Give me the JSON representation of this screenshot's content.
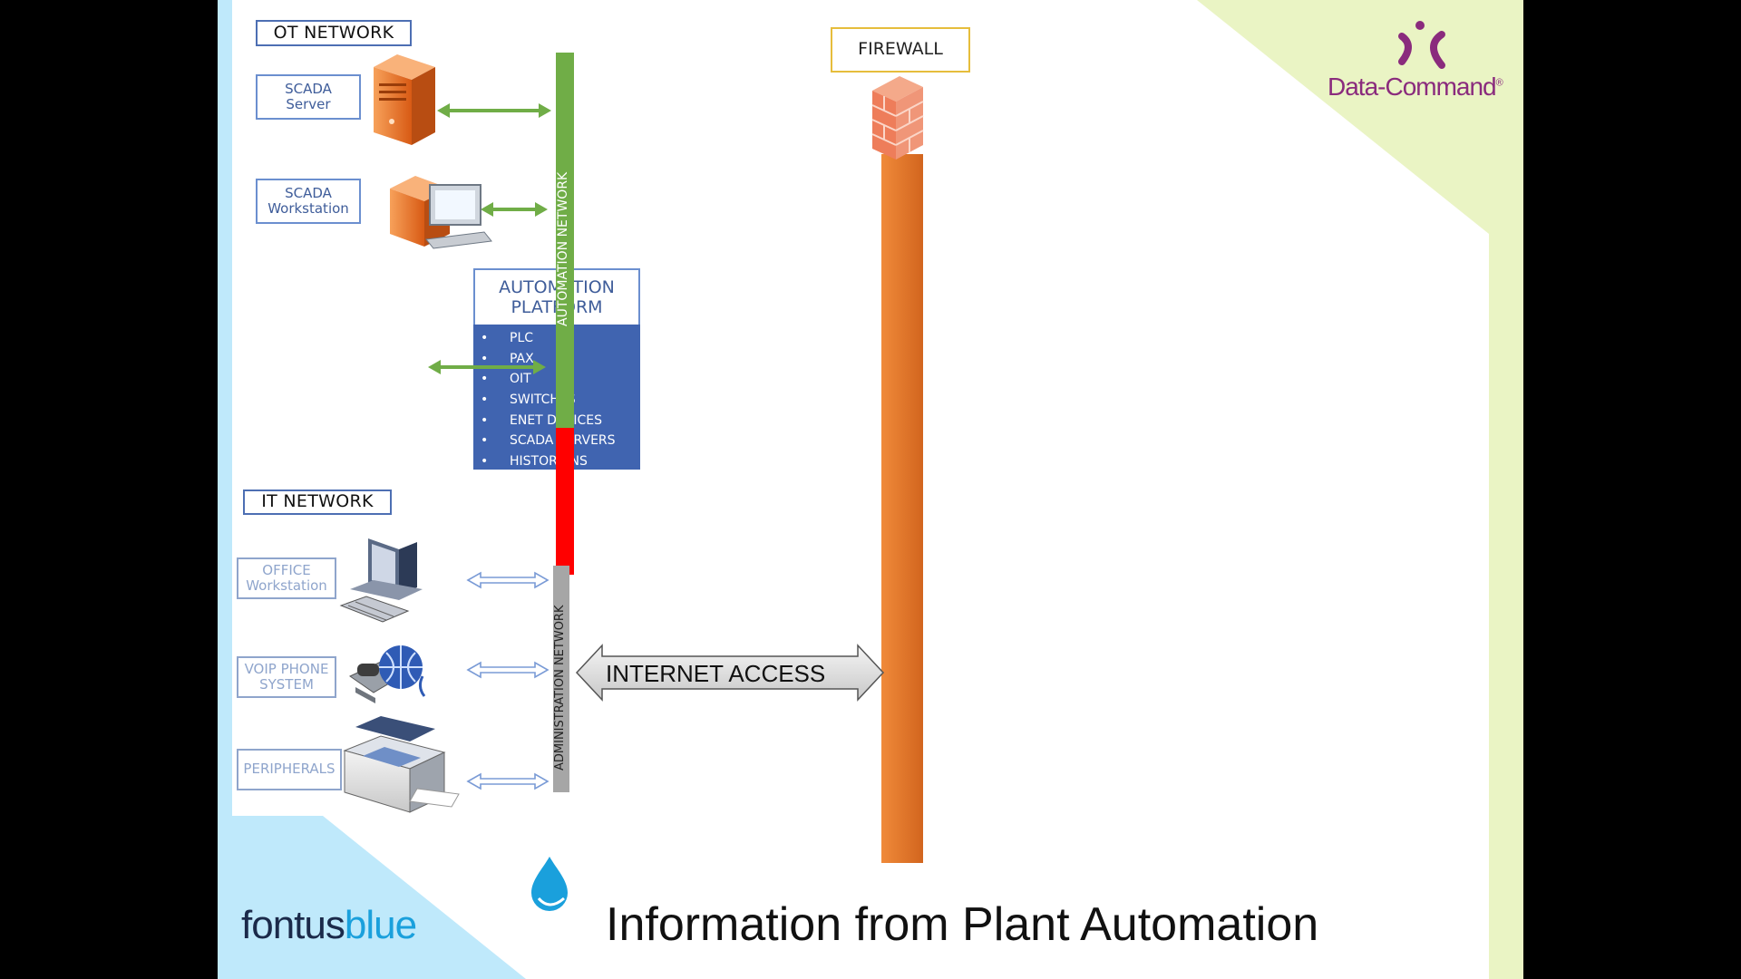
{
  "title": "Information from Plant Automation",
  "brand_left": {
    "part1": "fontus",
    "part2": "blue"
  },
  "brand_right": {
    "name": "Data-Command",
    "mark": "®"
  },
  "ot_network": {
    "header": "OT NETWORK",
    "scada_server": {
      "line1": "SCADA",
      "line2": "Server"
    },
    "scada_workstation": {
      "line1": "SCADA",
      "line2": "Workstation"
    },
    "automation_platform": {
      "line1": "AUTOMATION",
      "line2": "PLATFORM",
      "items": [
        "PLC",
        "PAX",
        "OIT",
        "SWITCHES",
        "ENET DEVICES",
        "SCADA SERVERS",
        "HISTORIANS"
      ]
    },
    "bus_label": "AUTOMATION NETWORK"
  },
  "it_network": {
    "header": "IT NETWORK",
    "office_workstation": {
      "line1": "OFFICE",
      "line2": "Workstation"
    },
    "voip": {
      "line1": "VOIP PHONE",
      "line2": "SYSTEM"
    },
    "peripherals": "PERIPHERALS",
    "bus_label": "ADMINISTRATION NETWORK"
  },
  "firewall_label": "FIREWALL",
  "internet_access": "INTERNET ACCESS",
  "colors": {
    "automation_bus": "#70ad47",
    "isolation_segment": "#ff0000",
    "admin_bus": "#a6a6a6",
    "firewall": "#ed7d31",
    "platform_fill": "#4064b0",
    "corner_blue": "#bfe9fb",
    "corner_green": "#eaf4c4"
  },
  "icons": [
    "scada-server-icon",
    "scada-workstation-icon",
    "office-workstation-icon",
    "voip-phone-icon",
    "peripherals-scanner-icon",
    "firewall-brick-icon",
    "water-drop-icon",
    "data-command-logo-icon"
  ]
}
